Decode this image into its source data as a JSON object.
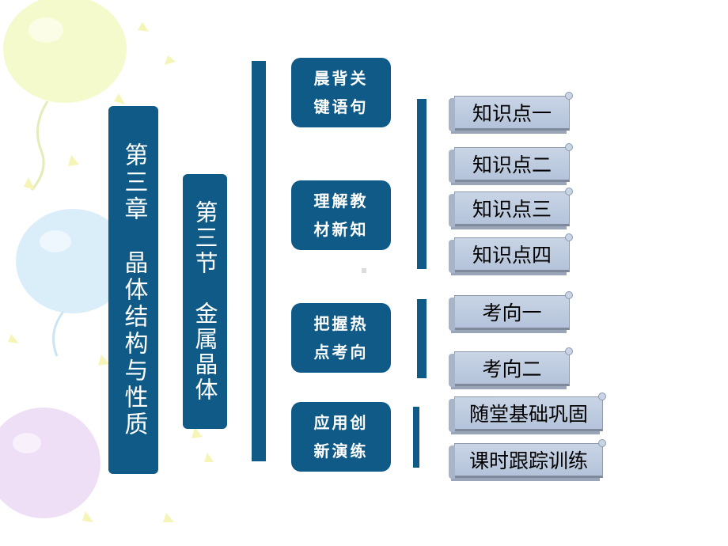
{
  "chapter": {
    "title": "第三章　晶体结构与性质"
  },
  "section": {
    "title": "第三节　金属晶体"
  },
  "modules": [
    {
      "line1": "晨背关",
      "line2": "键语句"
    },
    {
      "line1": "理解教",
      "line2": "材新知"
    },
    {
      "line1": "把握热",
      "line2": "点考向"
    },
    {
      "line1": "应用创",
      "line2": "新演练"
    }
  ],
  "knowledge_points": [
    "知识点一",
    "知识点二",
    "知识点三",
    "知识点四"
  ],
  "directions": [
    "考向一",
    "考向二"
  ],
  "practice": [
    "随堂基础巩固",
    "课时跟踪训练"
  ],
  "colors": {
    "primary_blue": "#0f5a86",
    "scroll_fill": "#c1cee2"
  }
}
